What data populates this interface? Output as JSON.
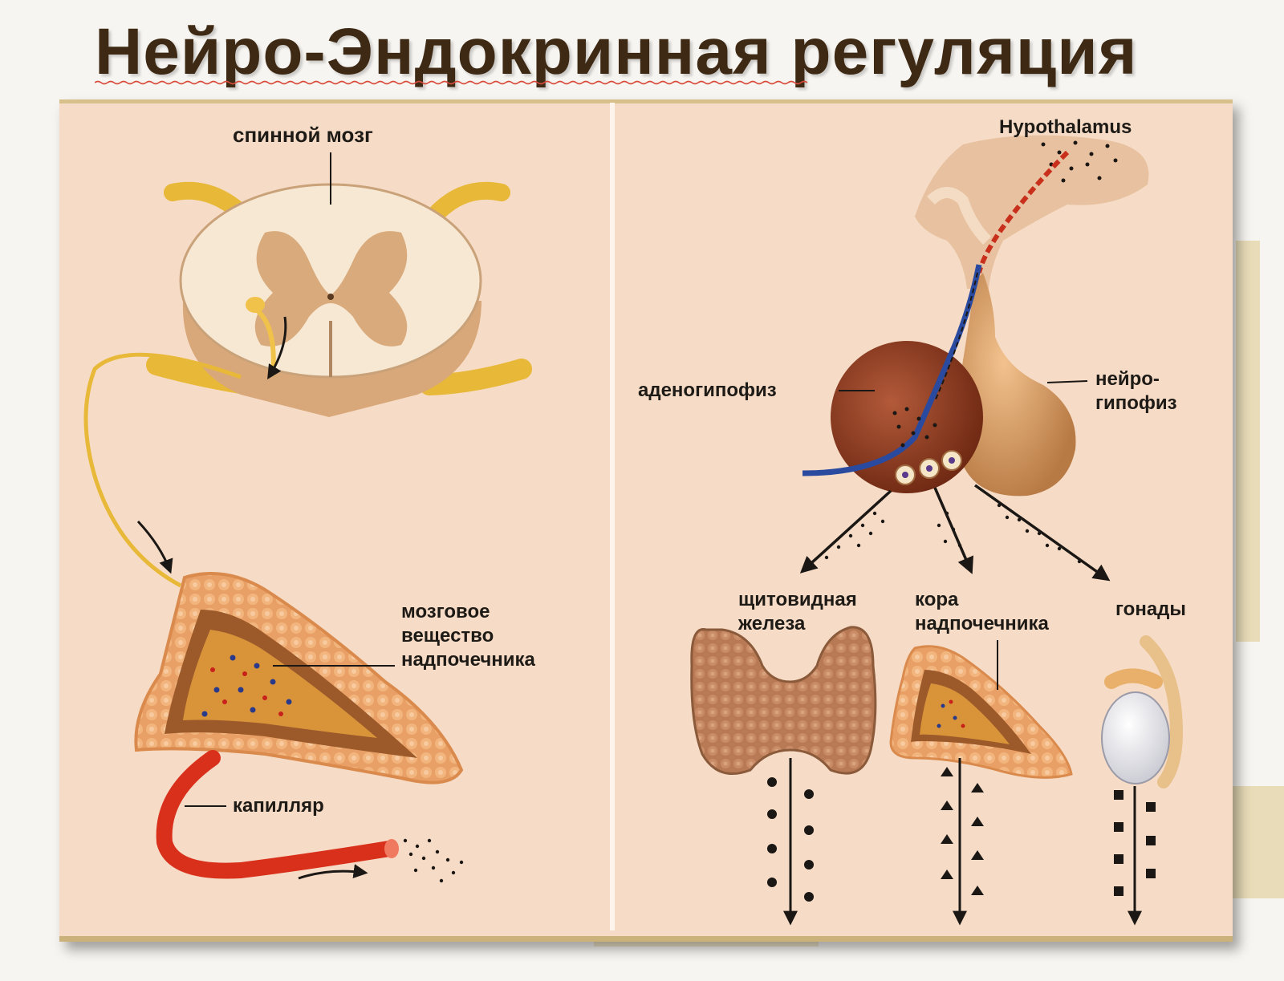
{
  "slide": {
    "title": "Нейро-Эндокринная регуляция"
  },
  "labels": {
    "spinal_cord": "спинной мозг",
    "adrenal_medulla": [
      "мозговое",
      "вещество",
      "надпочечника"
    ],
    "capillary": "капилляр",
    "hypothalamus": "Hypothalamus",
    "adenohypophysis": "аденогипофиз",
    "neurohypophysis": [
      "нейро-",
      "гипофиз"
    ],
    "thyroid": [
      "щитовидная",
      "железа"
    ],
    "adrenal_cortex": [
      "кора",
      "надпочечника"
    ],
    "gonads": "гонады"
  },
  "colors": {
    "panel_bg": "#f6dcc6",
    "title_text": "#3e2a14",
    "nerve": "#e8b838",
    "blood_vessel": "#d9301c",
    "gland": "#f0a868",
    "pituitary_anterior": "#8a3a22",
    "pituitary_posterior": "#d49a5e"
  }
}
